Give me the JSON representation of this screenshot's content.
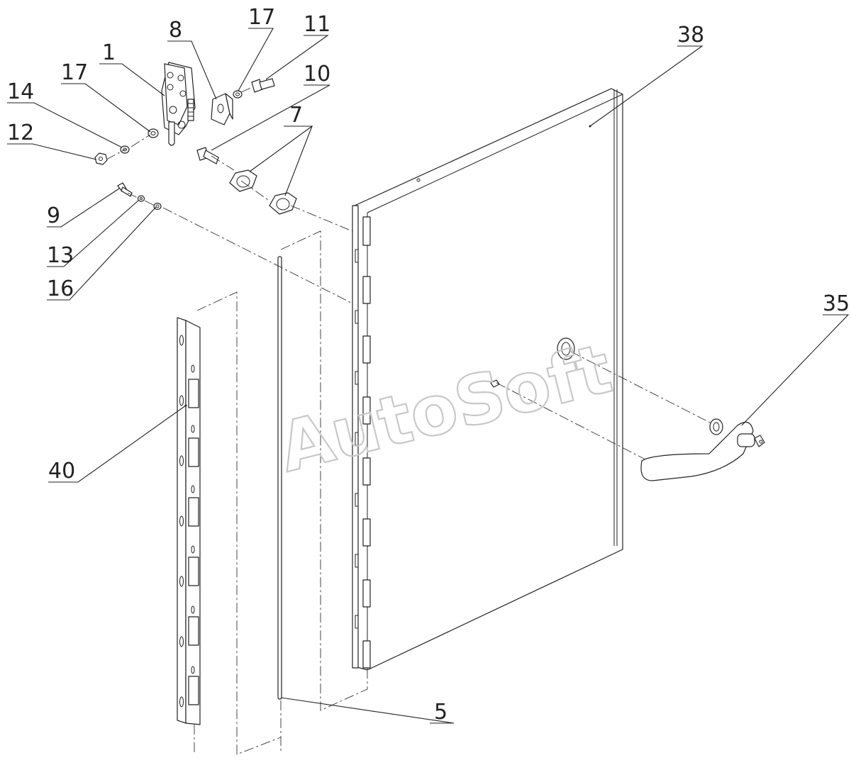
{
  "watermark": "AutoSoft",
  "callouts": [
    {
      "label": "1"
    },
    {
      "label": "8"
    },
    {
      "label": "17"
    },
    {
      "label": "11"
    },
    {
      "label": "10"
    },
    {
      "label": "7"
    },
    {
      "label": "14"
    },
    {
      "label": "17"
    },
    {
      "label": "12"
    },
    {
      "label": "9"
    },
    {
      "label": "13"
    },
    {
      "label": "16"
    },
    {
      "label": "38"
    },
    {
      "label": "35"
    },
    {
      "label": "40"
    },
    {
      "label": "5"
    }
  ]
}
